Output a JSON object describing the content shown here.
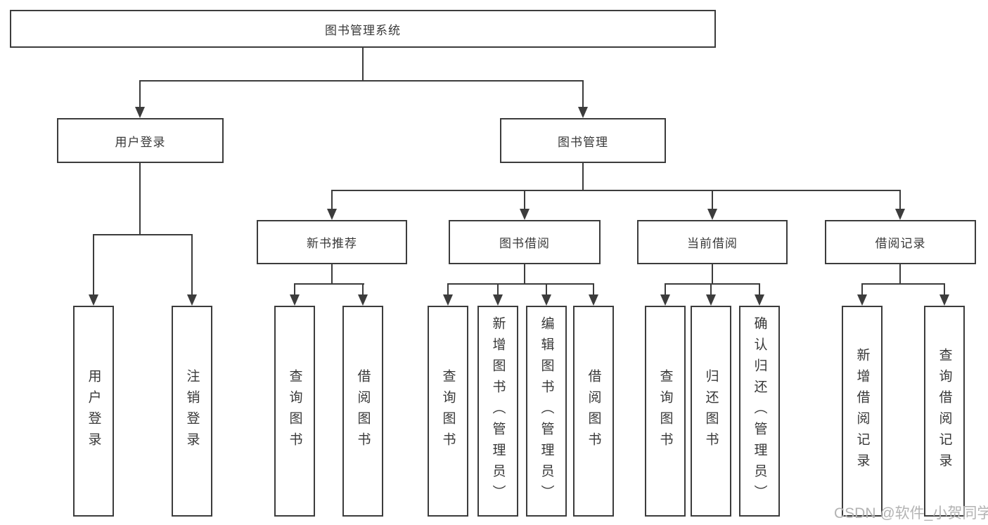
{
  "diagram": {
    "root": {
      "label": "图书管理系统"
    },
    "level2": [
      {
        "label": "用户登录"
      },
      {
        "label": "图书管理"
      }
    ],
    "level3": [
      {
        "label": "新书推荐"
      },
      {
        "label": "图书借阅"
      },
      {
        "label": "当前借阅"
      },
      {
        "label": "借阅记录"
      }
    ],
    "leaves": {
      "user": [
        {
          "label": "用户登录"
        },
        {
          "label": "注销登录"
        }
      ],
      "newbook": [
        {
          "label": "查询图书"
        },
        {
          "label": "借阅图书"
        }
      ],
      "borrow": [
        {
          "label": "查询图书"
        },
        {
          "label": "新增图书（管理员）"
        },
        {
          "label": "编辑图书（管理员）"
        },
        {
          "label": "借阅图书"
        }
      ],
      "current": [
        {
          "label": "查询图书"
        },
        {
          "label": "归还图书"
        },
        {
          "label": "确认归还（管理员）"
        }
      ],
      "records": [
        {
          "label": "新增借阅记录"
        },
        {
          "label": "查询借阅记录"
        }
      ]
    }
  },
  "watermark": {
    "text": "CSDN @软件_小贺同学"
  },
  "colors": {
    "line": "#3c3c3c",
    "text": "#383838",
    "watermark": "#b3b3b3",
    "background": "#ffffff"
  }
}
